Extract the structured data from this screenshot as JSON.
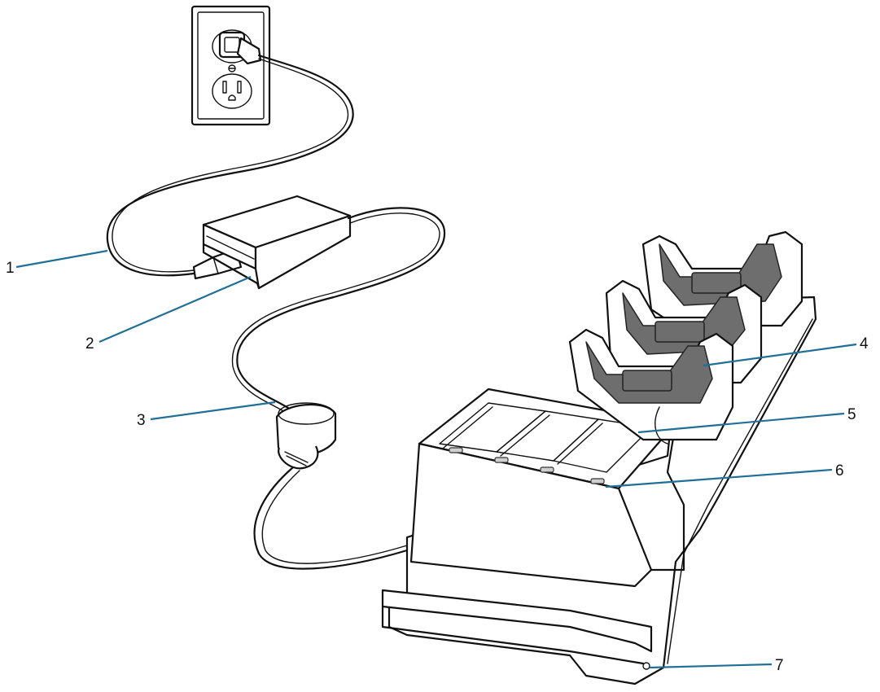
{
  "callouts": [
    {
      "id": "1",
      "label": "1"
    },
    {
      "id": "2",
      "label": "2"
    },
    {
      "id": "3",
      "label": "3"
    },
    {
      "id": "4",
      "label": "4"
    },
    {
      "id": "5",
      "label": "5"
    },
    {
      "id": "6",
      "label": "6"
    },
    {
      "id": "7",
      "label": "7"
    }
  ],
  "colors": {
    "leader": "#1f6f99",
    "outline": "#111111",
    "cup_insert": "#6e6e6e"
  }
}
